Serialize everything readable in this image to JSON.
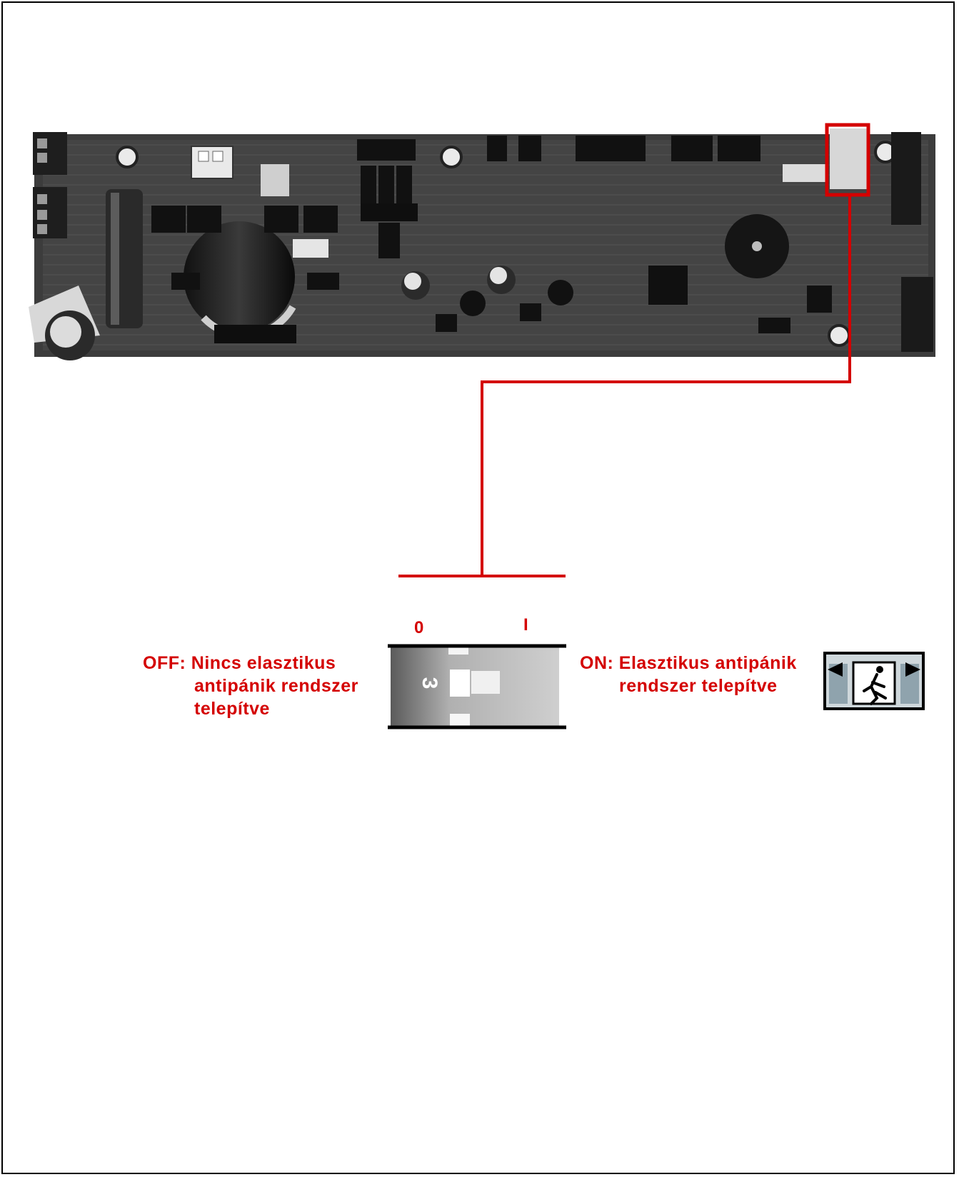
{
  "switch_positions": {
    "off_mark": "0",
    "on_mark": "I"
  },
  "dip": {
    "numbers": [
      "3"
    ]
  },
  "off_label": {
    "line1": "OFF: Nincs elasztikus",
    "line2": "antipánik rendszer",
    "line3": "telepítve"
  },
  "on_label": {
    "line1": "ON: Elasztikus antipánik",
    "line2": "rendszer telepítve"
  },
  "icons": {
    "emergency_exit": "running-man-exit-icon"
  },
  "colors": {
    "callout": "#d40000",
    "pcb": "#3a3a3a"
  }
}
